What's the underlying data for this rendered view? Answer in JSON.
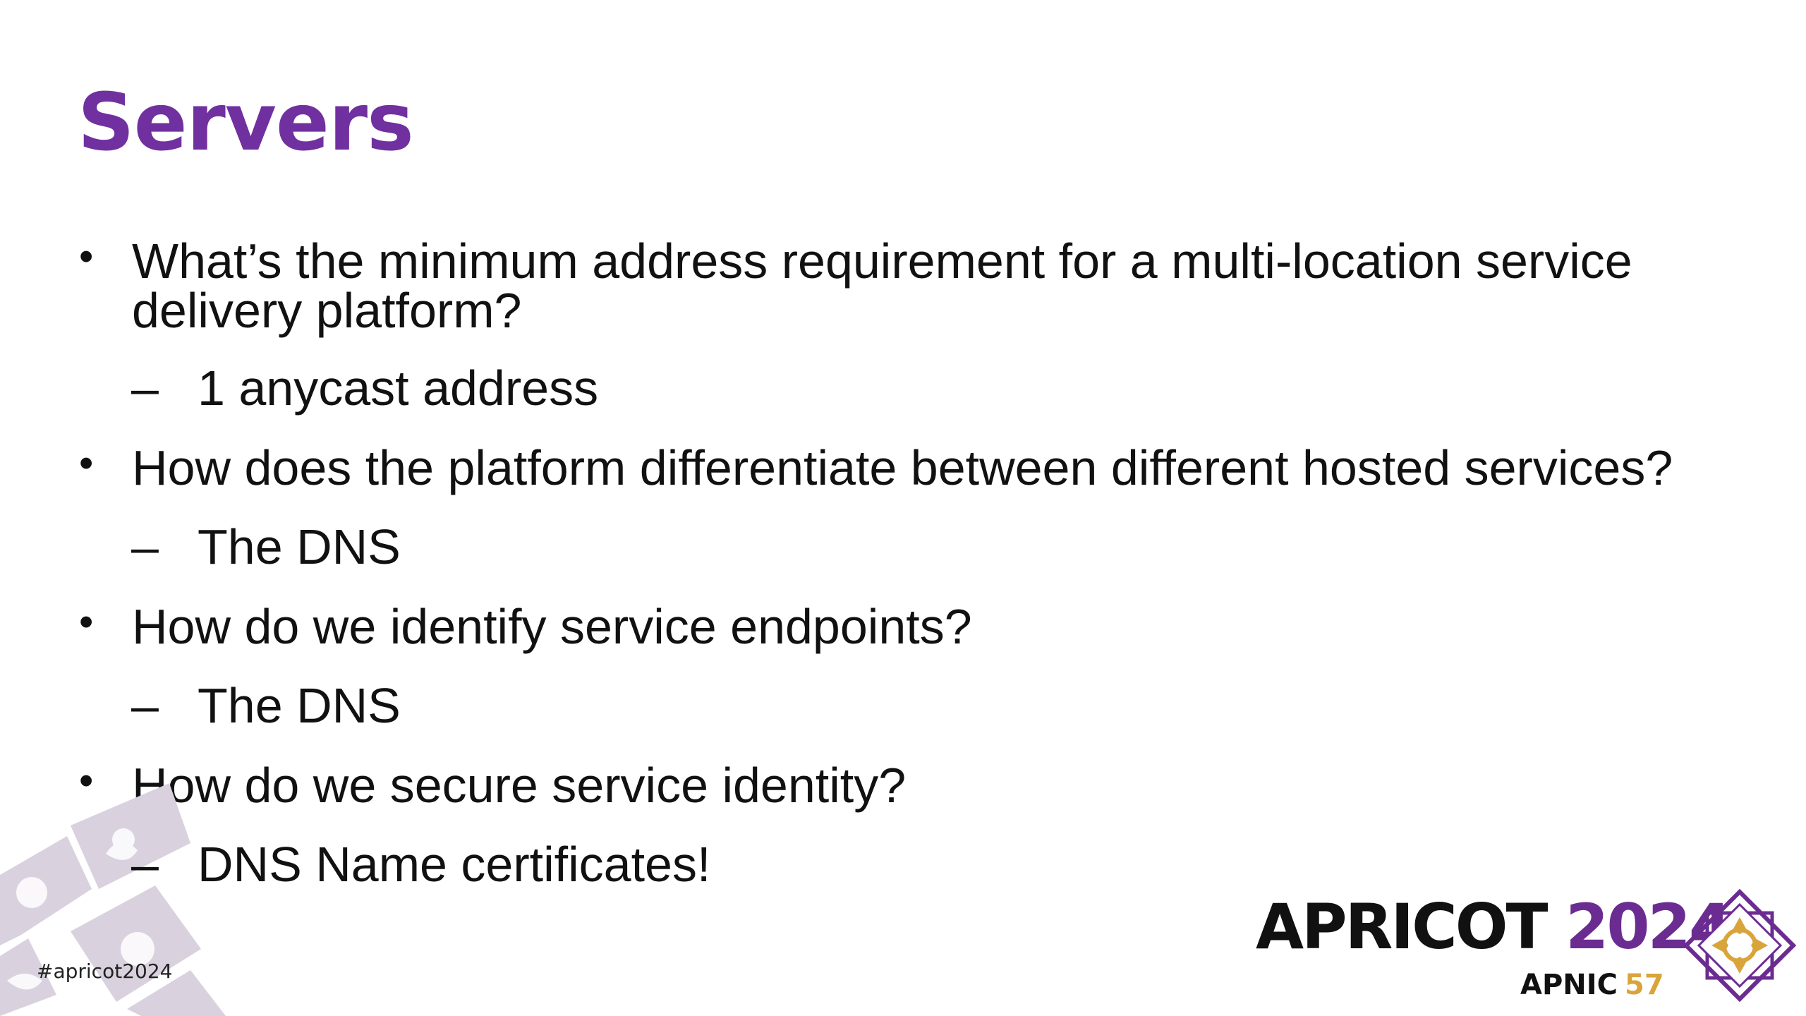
{
  "slide": {
    "title": "Servers",
    "bullets": [
      {
        "line1": "What’s the minimum address requirement for a multi-location service",
        "line2": "delivery platform?",
        "sub": "1 anycast address"
      },
      {
        "line1": "How does the platform differentiate between different hosted services?",
        "sub": "The DNS"
      },
      {
        "line1": "How do we identify service endpoints?",
        "sub": "The DNS"
      },
      {
        "line1": "How do we secure service identity?",
        "sub": "DNS Name certificates!"
      }
    ],
    "bullet_glyph": "•",
    "dash_glyph": "–"
  },
  "footer": {
    "hashtag": "#apricot2024",
    "logo_word": "APRICOT",
    "logo_year": "2024",
    "logo_org": "APNIC",
    "logo_num": "57"
  },
  "colors": {
    "title": "#7030a0",
    "logo_purple": "#6b2c91",
    "logo_gold": "#d9a53a",
    "decor": "#d9d2de"
  }
}
